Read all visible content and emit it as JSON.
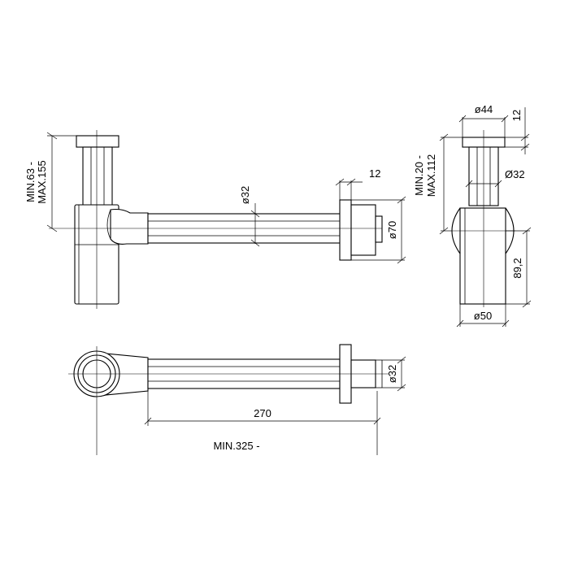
{
  "front_view": {
    "height_label_line1": "MIN.63 -",
    "height_label_line2": "MAX.155",
    "pipe_diameter": "ø32",
    "flange_thickness": "12",
    "flange_diameter": "ø70"
  },
  "side_view": {
    "cap_diameter": "ø44",
    "cap_thickness": "12",
    "height_label_line1": "MIN.20 -",
    "height_label_line2": "MAX.112",
    "pipe_diameter": "Ø32",
    "body_height": "89,2",
    "body_diameter": "ø50"
  },
  "top_view": {
    "pipe_diameter": "ø32",
    "pipe_length": "270",
    "total_label_line1": "MIN.325 -"
  }
}
